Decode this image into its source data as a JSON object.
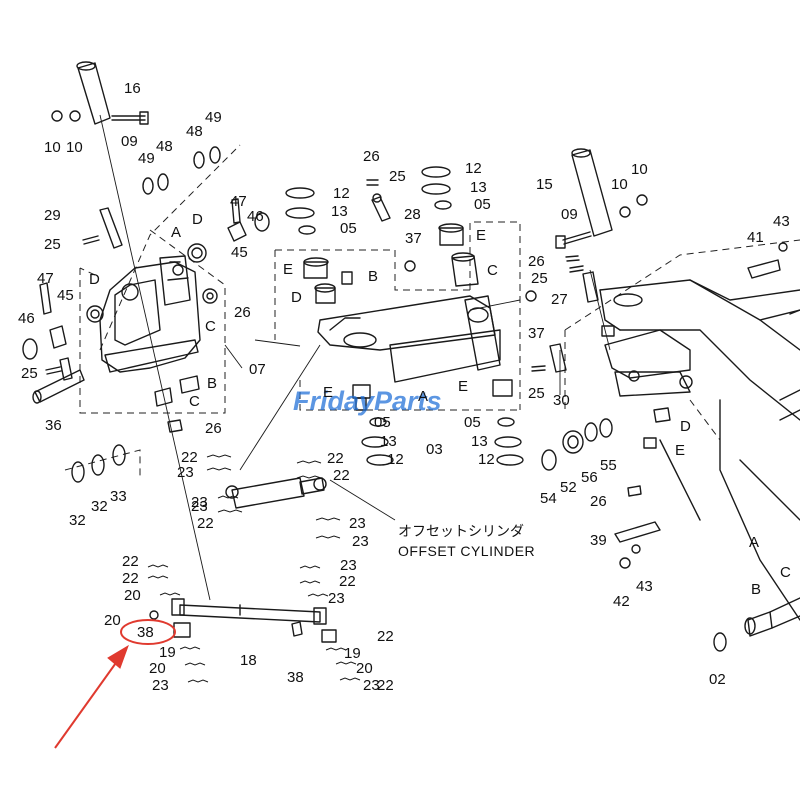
{
  "colors": {
    "line": "#1a1a1a",
    "highlight": "#e03a2f",
    "watermark": "#1e6fd8",
    "background": "#ffffff"
  },
  "watermark": "FridayParts",
  "caption": {
    "jp": "オフセットシリンダ",
    "en": "OFFSET CYLINDER"
  },
  "callouts": [
    {
      "text": "16"
    },
    {
      "text": "10"
    },
    {
      "text": "10"
    },
    {
      "text": "09"
    },
    {
      "text": "49"
    },
    {
      "text": "48"
    },
    {
      "text": "48"
    },
    {
      "text": "49"
    },
    {
      "text": "29"
    },
    {
      "text": "25"
    },
    {
      "text": "A"
    },
    {
      "text": "D"
    },
    {
      "text": "47"
    },
    {
      "text": "45"
    },
    {
      "text": "46"
    },
    {
      "text": "D"
    },
    {
      "text": "47"
    },
    {
      "text": "45"
    },
    {
      "text": "46"
    },
    {
      "text": "C"
    },
    {
      "text": "26"
    },
    {
      "text": "07"
    },
    {
      "text": "25"
    },
    {
      "text": "36"
    },
    {
      "text": "B"
    },
    {
      "text": "C"
    },
    {
      "text": "26"
    },
    {
      "text": "32"
    },
    {
      "text": "32"
    },
    {
      "text": "33"
    },
    {
      "text": "26"
    },
    {
      "text": "25"
    },
    {
      "text": "28"
    },
    {
      "text": "12"
    },
    {
      "text": "13"
    },
    {
      "text": "05"
    },
    {
      "text": "12"
    },
    {
      "text": "13"
    },
    {
      "text": "05"
    },
    {
      "text": "37"
    },
    {
      "text": "E"
    },
    {
      "text": "B"
    },
    {
      "text": "D"
    },
    {
      "text": "E"
    },
    {
      "text": "C"
    },
    {
      "text": "37"
    },
    {
      "text": "A"
    },
    {
      "text": "E"
    },
    {
      "text": "E"
    },
    {
      "text": "05"
    },
    {
      "text": "13"
    },
    {
      "text": "12"
    },
    {
      "text": "03"
    },
    {
      "text": "05"
    },
    {
      "text": "13"
    },
    {
      "text": "12"
    },
    {
      "text": "15"
    },
    {
      "text": "10"
    },
    {
      "text": "10"
    },
    {
      "text": "09"
    },
    {
      "text": "26"
    },
    {
      "text": "25"
    },
    {
      "text": "27"
    },
    {
      "text": "41"
    },
    {
      "text": "43"
    },
    {
      "text": "25"
    },
    {
      "text": "30"
    },
    {
      "text": "54"
    },
    {
      "text": "52"
    },
    {
      "text": "56"
    },
    {
      "text": "55"
    },
    {
      "text": "D"
    },
    {
      "text": "E"
    },
    {
      "text": "26"
    },
    {
      "text": "A"
    },
    {
      "text": "39"
    },
    {
      "text": "42"
    },
    {
      "text": "43"
    },
    {
      "text": "B"
    },
    {
      "text": "C"
    },
    {
      "text": "02"
    },
    {
      "text": "22"
    },
    {
      "text": "23"
    },
    {
      "text": "23"
    },
    {
      "text": "22"
    },
    {
      "text": "22"
    },
    {
      "text": "23"
    },
    {
      "text": "23"
    },
    {
      "text": "22"
    },
    {
      "text": "23"
    },
    {
      "text": "22"
    },
    {
      "text": "22"
    },
    {
      "text": "23"
    },
    {
      "text": "20"
    },
    {
      "text": "22"
    },
    {
      "text": "23"
    },
    {
      "text": "20"
    },
    {
      "text": "38"
    },
    {
      "text": "19"
    },
    {
      "text": "20"
    },
    {
      "text": "23"
    },
    {
      "text": "22"
    },
    {
      "text": "18"
    },
    {
      "text": "38"
    },
    {
      "text": "19"
    },
    {
      "text": "20"
    },
    {
      "text": "23"
    },
    {
      "text": "22"
    }
  ]
}
